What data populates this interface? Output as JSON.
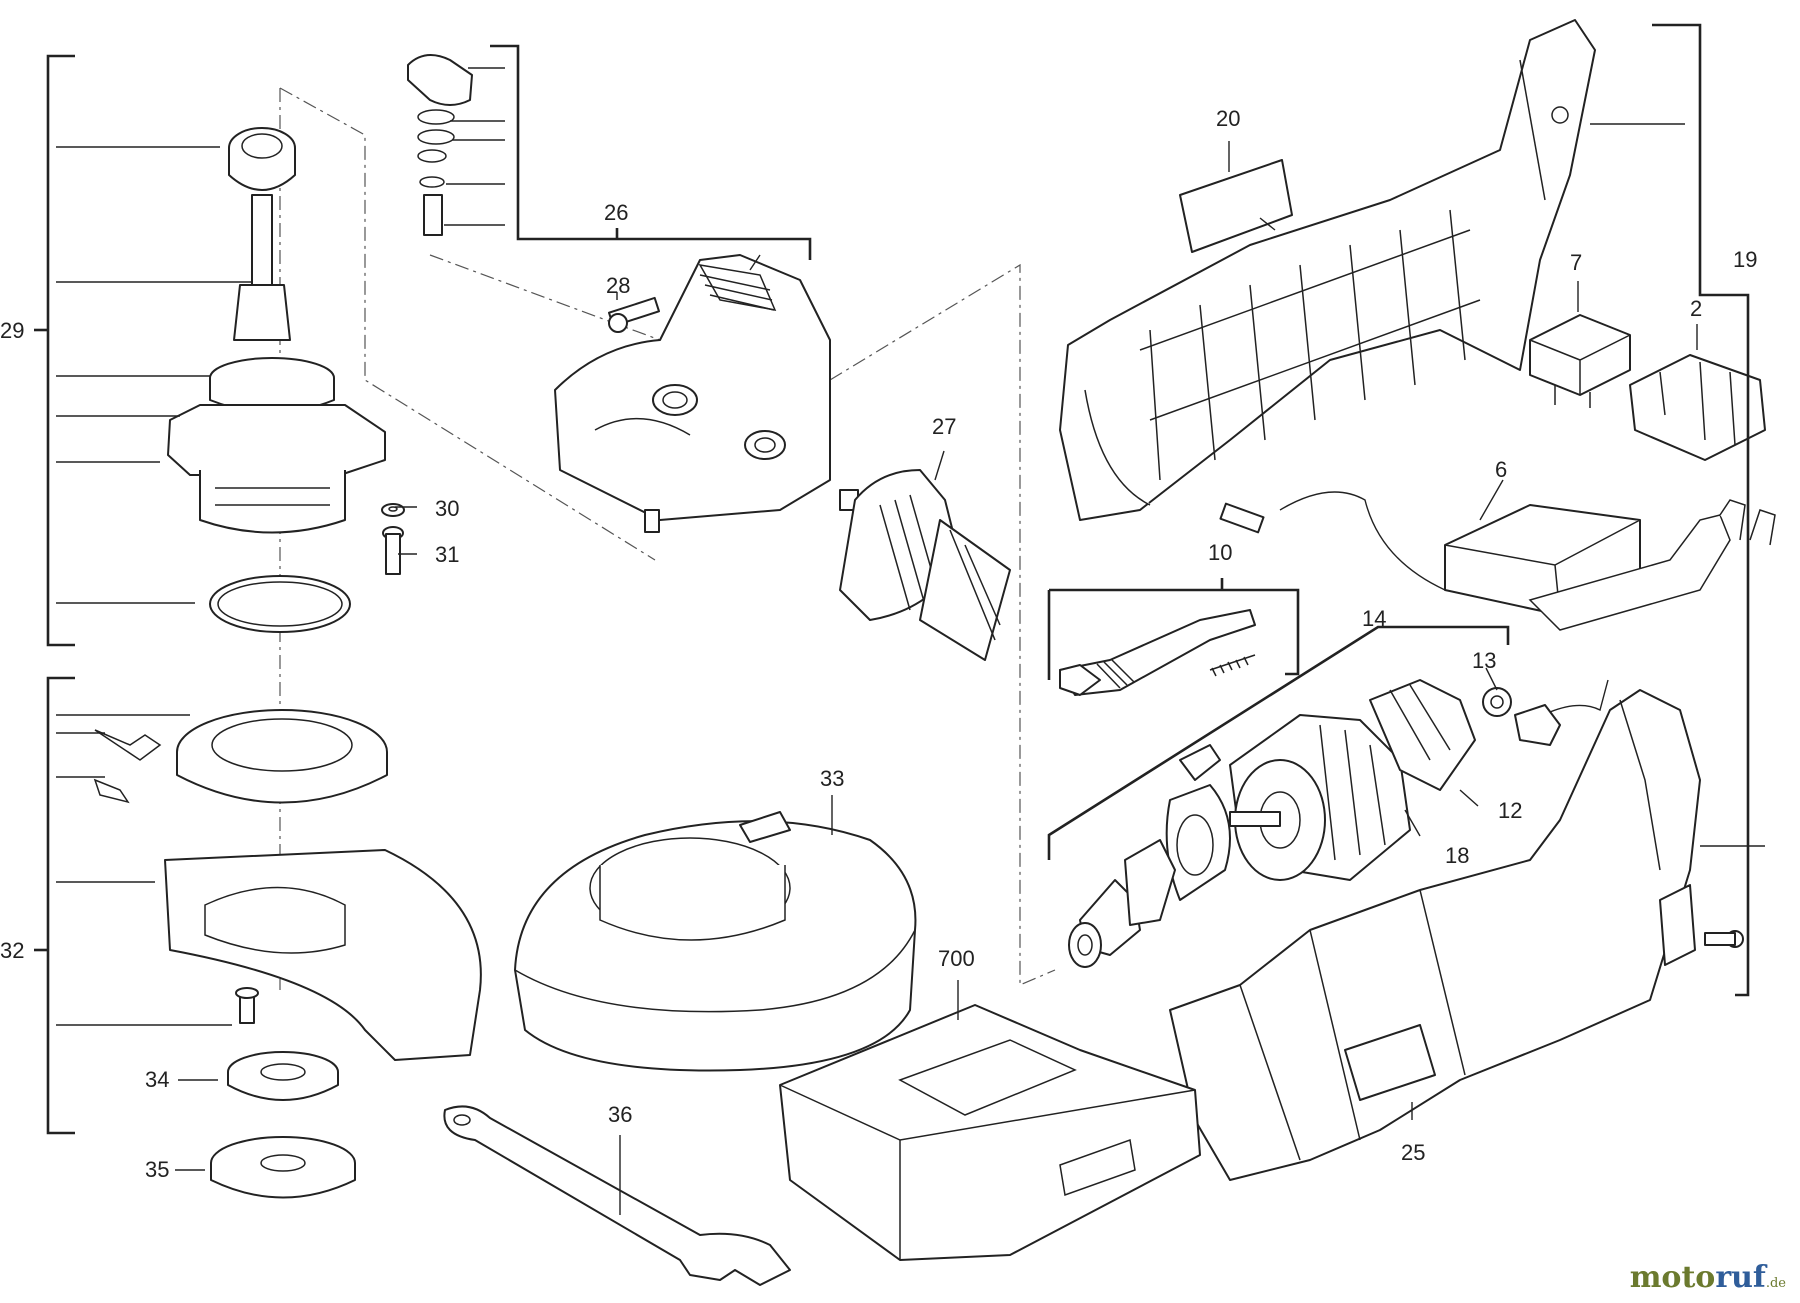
{
  "diagram": {
    "callouts": [
      "29",
      "26",
      "28",
      "27",
      "30",
      "31",
      "32",
      "33",
      "34",
      "35",
      "36",
      "700",
      "20",
      "19",
      "7",
      "2",
      "6",
      "10",
      "14",
      "13",
      "12",
      "18",
      "25"
    ]
  },
  "watermark": {
    "text_a": "moto",
    "text_b": "ruf",
    "suffix": ".de"
  }
}
